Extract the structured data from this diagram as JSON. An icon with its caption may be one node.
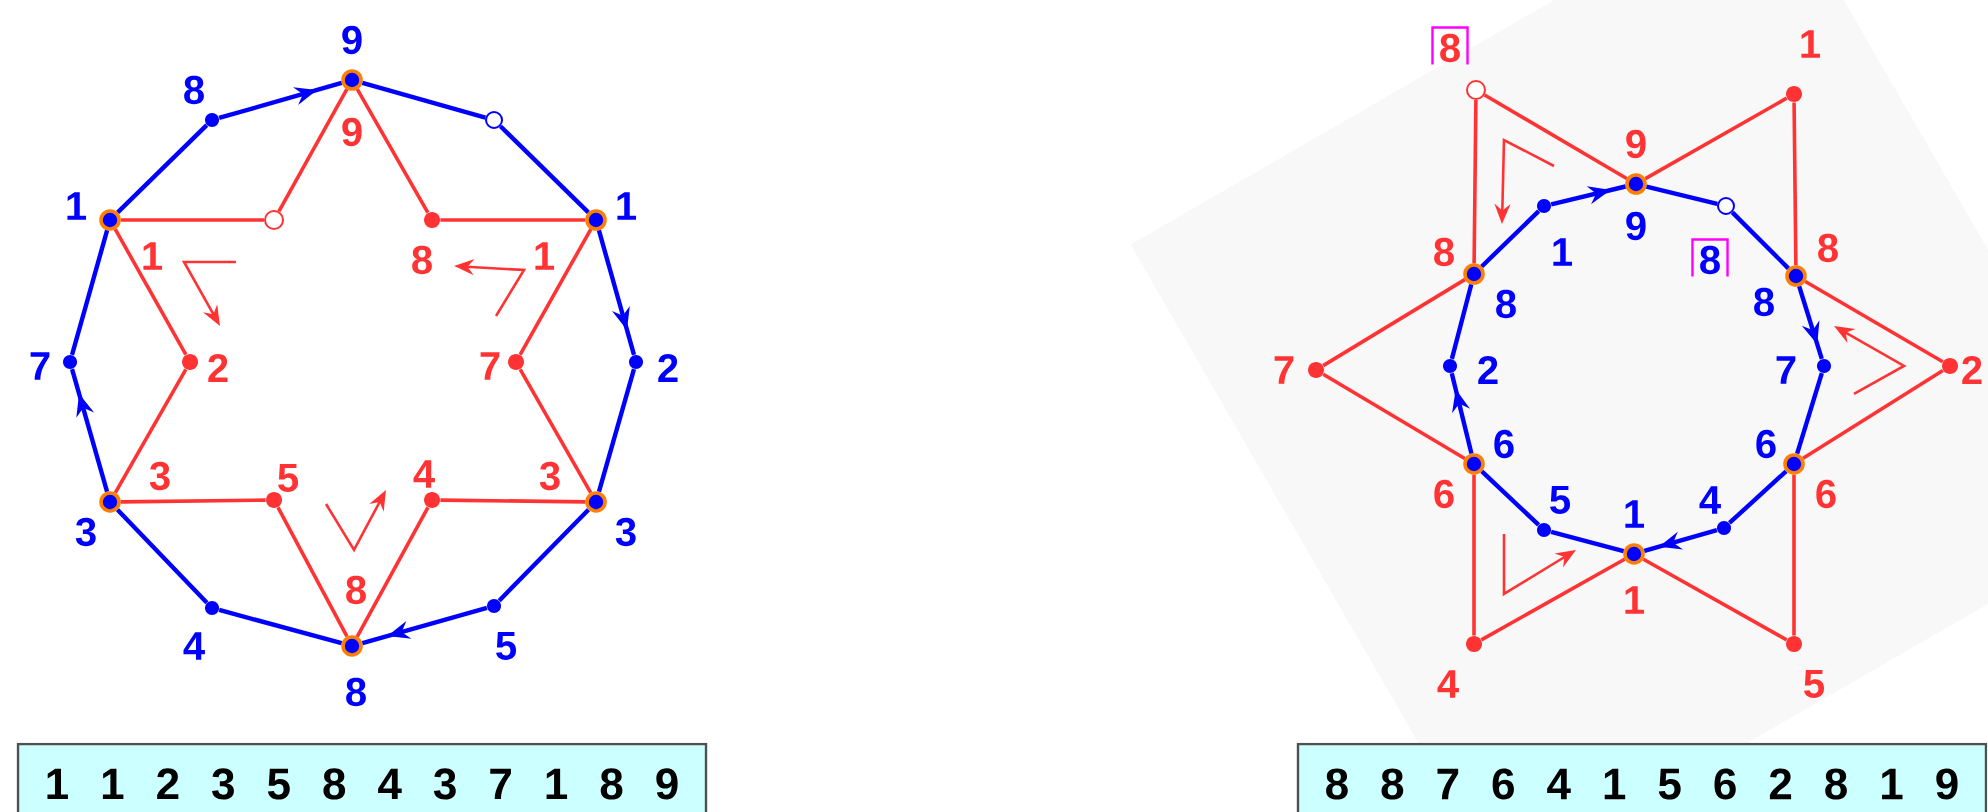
{
  "diagram": {
    "nodes": [
      {
        "text": [],
        "shape": "circle",
        "beside": [
          "9",
          "9"
        ]
      },
      {
        "text": [],
        "shape": "circle",
        "beside": [
          "8"
        ]
      },
      {
        "text": [],
        "shape": "circle"
      },
      {
        "text": [],
        "shape": "circle",
        "beside": [
          "1",
          "1"
        ]
      },
      {
        "text": [],
        "shape": "circle"
      },
      {
        "text": [],
        "shape": "circle",
        "beside": [
          "8"
        ]
      },
      {
        "text": [],
        "shape": "circle",
        "beside": [
          "1",
          "1"
        ]
      },
      {
        "text": [],
        "shape": "circle",
        "beside": [
          "7"
        ]
      },
      {
        "text": [],
        "shape": "circle",
        "beside": [
          "2"
        ]
      },
      {
        "text": [],
        "shape": "circle",
        "beside": [
          "7"
        ]
      },
      {
        "text": [],
        "shape": "circle",
        "beside": [
          "2"
        ]
      },
      {
        "text": [],
        "shape": "circle",
        "beside": [
          "3",
          "3"
        ]
      },
      {
        "text": [],
        "shape": "circle",
        "beside": [
          "5"
        ]
      },
      {
        "text": [],
        "shape": "circle",
        "beside": [
          "4"
        ]
      },
      {
        "text": [],
        "shape": "circle",
        "beside": [
          "3",
          "3"
        ]
      },
      {
        "text": [],
        "shape": "circle",
        "beside": [
          "4"
        ]
      },
      {
        "text": [],
        "shape": "circle",
        "beside": [
          "5"
        ]
      },
      {
        "text": [],
        "shape": "circle",
        "beside": [
          "8",
          "8"
        ]
      },
      {
        "text": [],
        "shape": "circle",
        "beside": [
          "8"
        ]
      },
      {
        "text": [],
        "shape": "circle",
        "beside": [
          "1"
        ]
      },
      {
        "text": [],
        "shape": "circle",
        "beside": [
          "9",
          "9"
        ]
      },
      {
        "text": [],
        "shape": "circle",
        "beside": [
          "1"
        ]
      },
      {
        "text": [],
        "shape": "circle",
        "beside": [
          "8"
        ]
      },
      {
        "text": [],
        "shape": "circle",
        "beside": [
          "8",
          "8"
        ]
      },
      {
        "text": [],
        "shape": "circle",
        "beside": [
          "8",
          "8"
        ]
      },
      {
        "text": [],
        "shape": "circle",
        "beside": [
          "7"
        ]
      },
      {
        "text": [],
        "shape": "circle",
        "beside": [
          "2"
        ]
      },
      {
        "text": [],
        "shape": "circle",
        "beside": [
          "7"
        ]
      },
      {
        "text": [],
        "shape": "circle",
        "beside": [
          "2"
        ]
      },
      {
        "text": [],
        "shape": "circle",
        "beside": [
          "6",
          "6"
        ]
      },
      {
        "text": [],
        "shape": "circle",
        "beside": [
          "6",
          "6"
        ]
      },
      {
        "text": [],
        "shape": "circle",
        "beside": [
          "5"
        ]
      },
      {
        "text": [],
        "shape": "circle",
        "beside": [
          "4"
        ]
      },
      {
        "text": [],
        "shape": "circle",
        "beside": [
          "1",
          "1"
        ]
      },
      {
        "text": [],
        "shape": "circle",
        "beside": [
          "4"
        ]
      },
      {
        "text": [],
        "shape": "circle",
        "beside": [
          "5"
        ]
      },
      {
        "text": [
          "1 1 2 3 5 8 4 3 7 1 8 9"
        ]
      },
      {
        "text": [
          "8 8 7 6 4 1 5 6 2 8 1 9"
        ]
      }
    ],
    "edges": [
      {
        "from": 0,
        "to": 2,
        "arrow": "none",
        "color": "#0000ff"
      },
      {
        "from": 2,
        "to": 6,
        "arrow": "none",
        "color": "#0000ff"
      },
      {
        "from": 6,
        "to": 10,
        "arrow": "to",
        "color": "#0000ff"
      },
      {
        "from": 10,
        "to": 14,
        "arrow": "none",
        "color": "#0000ff"
      },
      {
        "from": 14,
        "to": 16,
        "arrow": "none",
        "color": "#0000ff"
      },
      {
        "from": 16,
        "to": 17,
        "arrow": "to",
        "color": "#0000ff"
      },
      {
        "from": 17,
        "to": 15,
        "arrow": "none",
        "color": "#0000ff"
      },
      {
        "from": 15,
        "to": 11,
        "arrow": "none",
        "color": "#0000ff"
      },
      {
        "from": 11,
        "to": 7,
        "arrow": "to",
        "color": "#0000ff"
      },
      {
        "from": 7,
        "to": 3,
        "arrow": "none",
        "color": "#0000ff"
      },
      {
        "from": 3,
        "to": 1,
        "arrow": "none",
        "color": "#0000ff"
      },
      {
        "from": 1,
        "to": 0,
        "arrow": "to",
        "color": "#0000ff"
      },
      {
        "from": 0,
        "to": 4,
        "arrow": "none",
        "color": "#ff3333"
      },
      {
        "from": 4,
        "to": 3,
        "arrow": "none",
        "color": "#ff3333"
      },
      {
        "from": 3,
        "to": 8,
        "arrow": "none",
        "color": "#ff3333"
      },
      {
        "from": 8,
        "to": 11,
        "arrow": "none",
        "color": "#ff3333"
      },
      {
        "from": 11,
        "to": 12,
        "arrow": "none",
        "color": "#ff3333"
      },
      {
        "from": 12,
        "to": 17,
        "arrow": "none",
        "color": "#ff3333"
      },
      {
        "from": 17,
        "to": 13,
        "arrow": "none",
        "color": "#ff3333"
      },
      {
        "from": 13,
        "to": 14,
        "arrow": "none",
        "color": "#ff3333"
      },
      {
        "from": 14,
        "to": 9,
        "arrow": "none",
        "color": "#ff3333"
      },
      {
        "from": 9,
        "to": 6,
        "arrow": "none",
        "color": "#ff3333"
      },
      {
        "from": 6,
        "to": 5,
        "arrow": "none",
        "color": "#ff3333"
      },
      {
        "from": 5,
        "to": 0,
        "arrow": "none",
        "color": "#ff3333"
      },
      {
        "from": 20,
        "to": 22,
        "arrow": "none",
        "color": "#0000ff"
      },
      {
        "from": 22,
        "to": 24,
        "arrow": "none",
        "color": "#0000ff"
      },
      {
        "from": 24,
        "to": 27,
        "arrow": "to",
        "color": "#0000ff"
      },
      {
        "from": 27,
        "to": 30,
        "arrow": "none",
        "color": "#0000ff"
      },
      {
        "from": 30,
        "to": 32,
        "arrow": "none",
        "color": "#0000ff"
      },
      {
        "from": 32,
        "to": 33,
        "arrow": "to",
        "color": "#0000ff"
      },
      {
        "from": 33,
        "to": 31,
        "arrow": "none",
        "color": "#0000ff"
      },
      {
        "from": 31,
        "to": 29,
        "arrow": "none",
        "color": "#0000ff"
      },
      {
        "from": 29,
        "to": 26,
        "arrow": "to",
        "color": "#0000ff"
      },
      {
        "from": 26,
        "to": 23,
        "arrow": "none",
        "color": "#0000ff"
      },
      {
        "from": 23,
        "to": 21,
        "arrow": "none",
        "color": "#0000ff"
      },
      {
        "from": 21,
        "to": 20,
        "arrow": "to",
        "color": "#0000ff"
      },
      {
        "from": 18,
        "to": 20,
        "arrow": "none",
        "color": "#ff3333"
      },
      {
        "from": 20,
        "to": 19,
        "arrow": "none",
        "color": "#ff3333"
      },
      {
        "from": 19,
        "to": 24,
        "arrow": "none",
        "color": "#ff3333"
      },
      {
        "from": 24,
        "to": 28,
        "arrow": "none",
        "color": "#ff3333"
      },
      {
        "from": 28,
        "to": 30,
        "arrow": "none",
        "color": "#ff3333"
      },
      {
        "from": 30,
        "to": 35,
        "arrow": "none",
        "color": "#ff3333"
      },
      {
        "from": 35,
        "to": 33,
        "arrow": "none",
        "color": "#ff3333"
      },
      {
        "from": 33,
        "to": 34,
        "arrow": "none",
        "color": "#ff3333"
      },
      {
        "from": 34,
        "to": 29,
        "arrow": "none",
        "color": "#ff3333"
      },
      {
        "from": 29,
        "to": 25,
        "arrow": "none",
        "color": "#ff3333"
      },
      {
        "from": 25,
        "to": 23,
        "arrow": "none",
        "color": "#ff3333"
      },
      {
        "from": 23,
        "to": 18,
        "arrow": "none",
        "color": "#ff3333"
      }
    ]
  }
}
